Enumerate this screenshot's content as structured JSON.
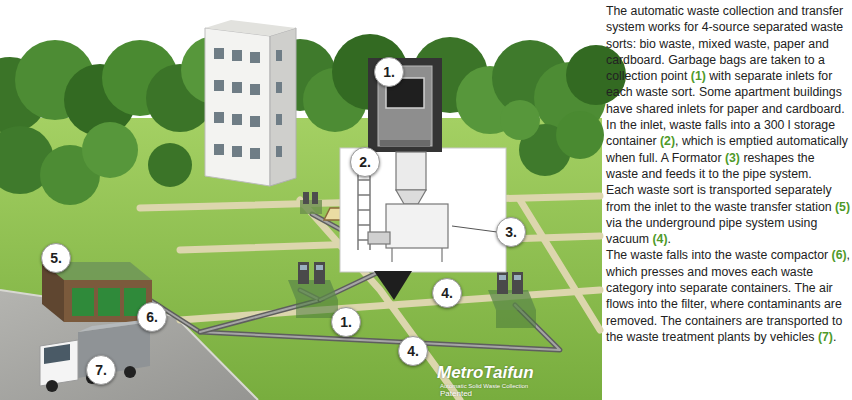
{
  "diagram": {
    "labels": [
      "1.",
      "2.",
      "3.",
      "4.",
      "5.",
      "6.",
      "1.",
      "4.",
      "7.",
      "MetroTaifun",
      "Automatic Solid Waste Collection",
      "Patented",
      "The automatic waste collection and transfer system works for 4-source separated waste sorts: bio waste, mixed waste, paper and cardboard. Garbage bags are taken to a collection point",
      "(1)",
      "with separate inlets for each waste sort. Some apartment buildings have shared inlets for paper and cardboard.",
      "In the inlet, waste falls into a 300 l storage container",
      "(2)",
      ", which is emptied automatically when full. A Formator",
      "(3)",
      "reshapes the waste and feeds it to the pipe system.",
      "Each waste sort is transported separately from the inlet to the waste transfer station",
      "(5)",
      "via the underground pipe system using vacuum",
      "(4)",
      ".",
      "The waste falls into the waste compactor",
      "(6)",
      ", which presses and moves each waste category into separate containers. The air flows into the filter, where contaminants are removed. The containers are transported to the waste treatment plants by vehicles",
      "(7)",
      "."
    ]
  }
}
